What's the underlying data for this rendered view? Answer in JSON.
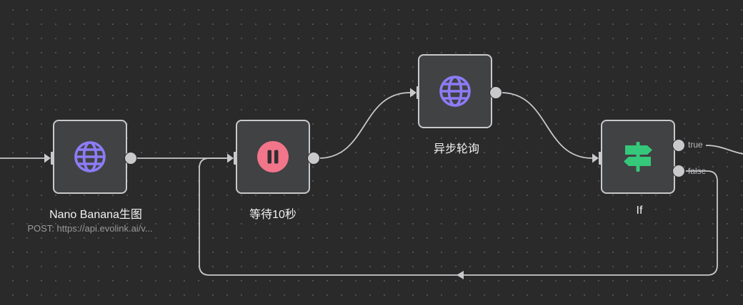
{
  "canvas": {
    "background": "#2a2a2a",
    "node_fill": "#414244",
    "edge_color": "#c9c9cc"
  },
  "nodes": [
    {
      "id": "nano_banana",
      "title": "Nano Banana生图",
      "subtitle": "POST: https://api.evolink.ai/v...",
      "icon": "globe-icon",
      "icon_color": "#8b7cf6"
    },
    {
      "id": "wait",
      "title": "等待10秒",
      "icon": "pause-icon",
      "icon_color": "#f2758a"
    },
    {
      "id": "async_poll",
      "title": "异步轮询",
      "icon": "globe-icon",
      "icon_color": "#8b7cf6"
    },
    {
      "id": "if",
      "title": "If",
      "icon": "signpost-icon",
      "icon_color": "#35c77a",
      "branches": {
        "true_label": "true",
        "false_label": "false"
      }
    }
  ]
}
